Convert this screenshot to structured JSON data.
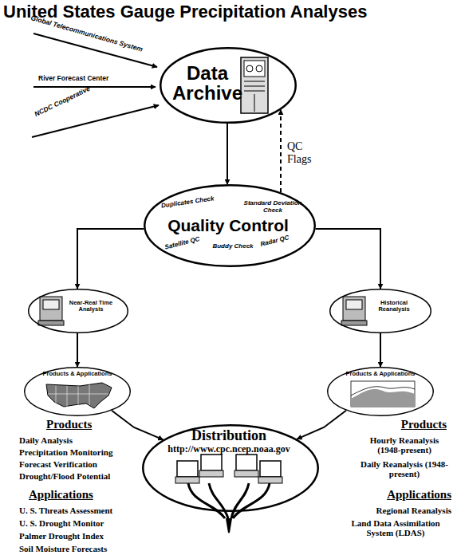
{
  "diagram": {
    "title": "United States Gauge Precipitation Analyses",
    "nodes": [
      {
        "text": [
          "Data Archive"
        ]
      },
      {
        "text": [
          "Duplicates Check",
          "Standard Deviation Check",
          "Quality Control",
          "Satellite QC",
          "Buddy Check",
          "Radar QC"
        ]
      },
      {
        "text": [
          "Near-Real Time Analysis"
        ]
      },
      {
        "text": [
          "Historical Reanalysis"
        ]
      },
      {
        "text": [
          "Products & Applications"
        ]
      },
      {
        "text": [
          "Products & Applications"
        ]
      },
      {
        "text": [
          "Distribution",
          "http://www.cpc.ncep.noaa.gov"
        ]
      }
    ],
    "edges": [
      {
        "from": 0,
        "to": 1,
        "arrow": "to"
      },
      {
        "from": 1,
        "to": 0,
        "label": "QC Flags",
        "arrow": "to"
      },
      {
        "from": 1,
        "to": 2,
        "arrow": "to"
      },
      {
        "from": 1,
        "to": 3,
        "arrow": "to"
      },
      {
        "from": 2,
        "to": 4,
        "arrow": "to"
      },
      {
        "from": 3,
        "to": 5,
        "arrow": "to"
      },
      {
        "from": 4,
        "to": 6,
        "arrow": "to"
      },
      {
        "from": 5,
        "to": 6,
        "arrow": "to"
      }
    ],
    "labels": [
      "Global Telecommunications System",
      "River Forecast Center",
      "NCDC Cooperative",
      "Products",
      "Daily Analysis",
      "Precipitation Monitoring",
      "Forecast Verification",
      "Drought/Flood Potential",
      "Applications",
      "U. S. Threats Assessment",
      "U. S. Drought Monitor",
      "Palmer Drought Index",
      "Soil Moisture Forecasts",
      "Products",
      "Hourly Reanalysis (1948-present)",
      "Daily Reanalysis (1948-present)",
      "Applications",
      "Regional Reanalysis",
      "Land Data Assimilation System (LDAS)"
    ]
  }
}
